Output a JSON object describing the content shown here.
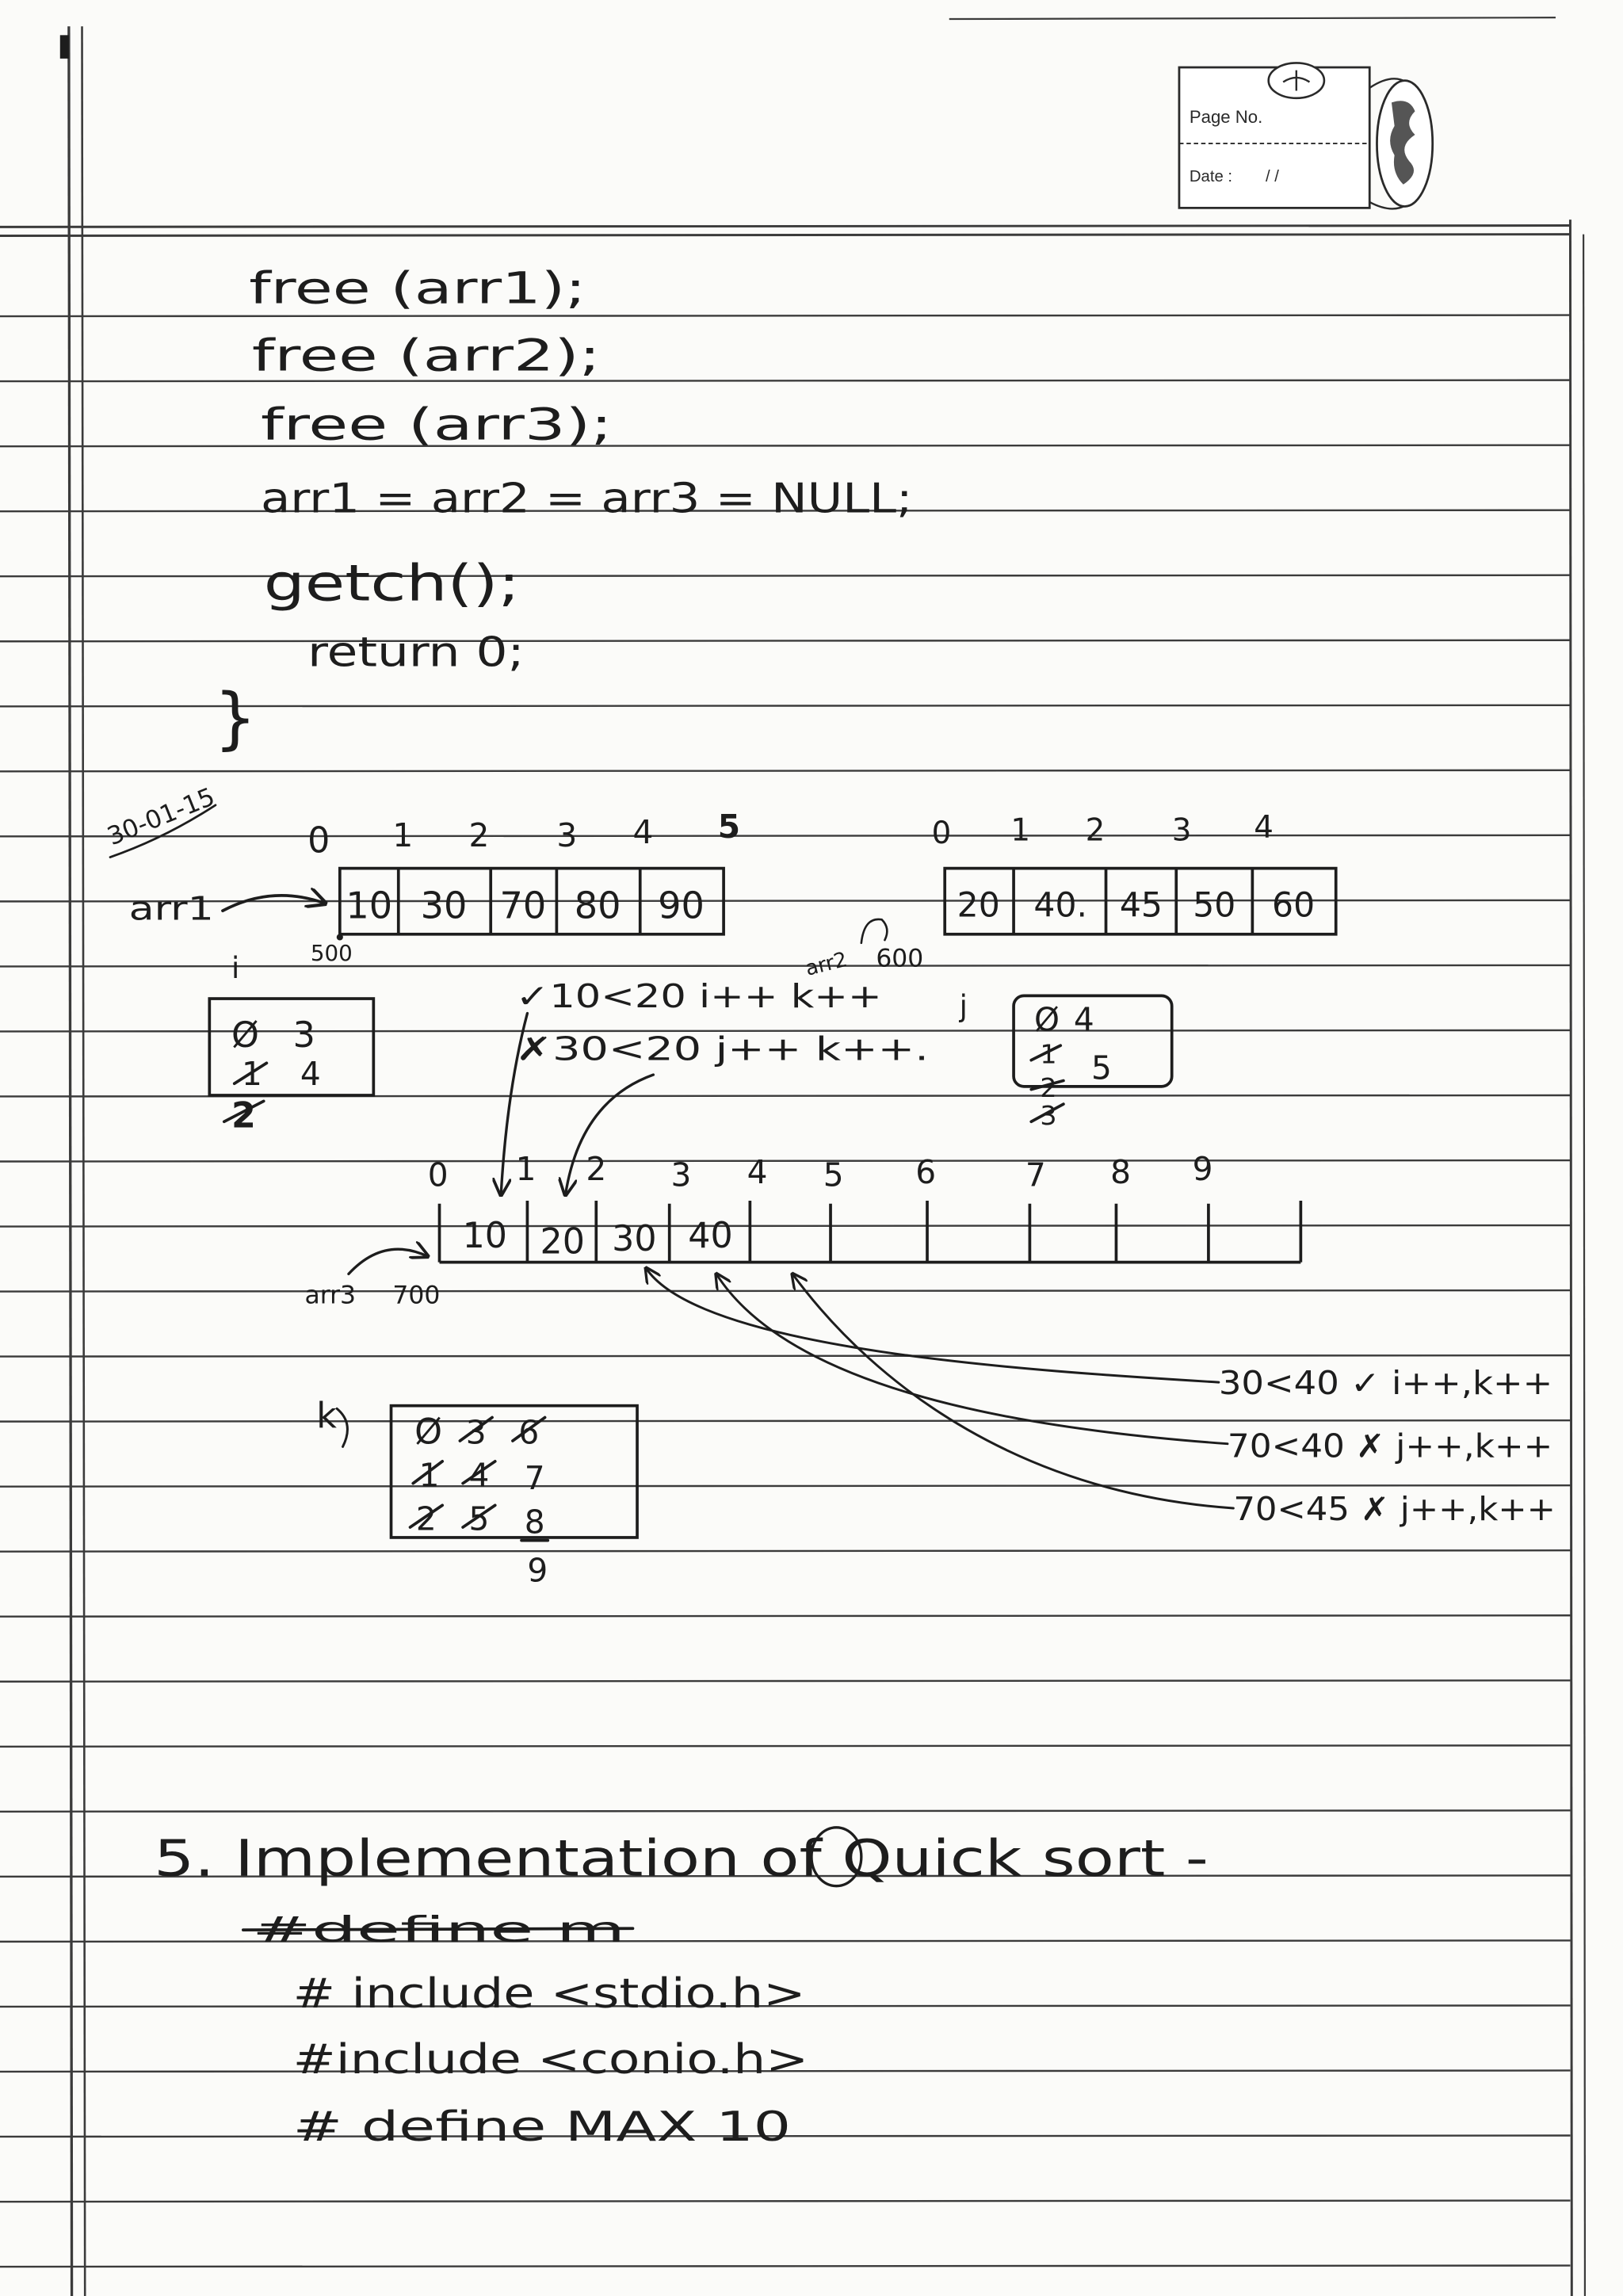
{
  "header": {
    "page_no_label": "Page No.",
    "date_label": "Date :",
    "date_value": "/   /"
  },
  "code_end": {
    "lines": [
      "free (arr1);",
      "free (arr2);",
      "free (arr3);",
      "arr1 = arr2 = arr3 = NULL;",
      "getch();",
      "return 0;"
    ],
    "closing_brace": "}"
  },
  "margin_date": "30-01-15",
  "merge_example": {
    "arr1": {
      "name": "arr1",
      "address": "500",
      "indices": [
        "0",
        "1",
        "2",
        "3",
        "4",
        "5"
      ],
      "values": [
        "10",
        "30",
        "70",
        "80",
        "90"
      ]
    },
    "arr2": {
      "name": "arr2",
      "address": "600",
      "indices": [
        "0",
        "1",
        "2",
        "3",
        "4"
      ],
      "values": [
        "20",
        "40.",
        "45",
        "50",
        "60"
      ]
    },
    "arr3": {
      "name": "arr3",
      "address": "700",
      "indices": [
        "0",
        "1",
        "2",
        "3",
        "4",
        "5",
        "6",
        "7",
        "8",
        "9"
      ],
      "values": [
        "10",
        "20",
        "30",
        "40"
      ]
    },
    "comparisons_top": [
      "✓10<20 i++ k++",
      "✗30<20 j++ k++."
    ],
    "comparisons_right": [
      "30<40 ✓ i++,k++",
      "70<40 ✗ j++,k++",
      "70<45 ✗ j++,k++"
    ],
    "counter_i": {
      "label": "i",
      "values": [
        "Ø",
        "3",
        "1",
        "4",
        "2"
      ]
    },
    "counter_j": {
      "label": "j",
      "values": [
        "Ø",
        "4",
        "1",
        "5",
        "2",
        "3"
      ]
    },
    "counter_k": {
      "label": "k",
      "values": [
        "Ø",
        "3",
        "6",
        "1",
        "4",
        "7",
        "2",
        "5",
        "8",
        "9"
      ]
    }
  },
  "next_program": {
    "title": "5. Implementation of Quick sort -",
    "struck_line": "#define m",
    "lines": [
      "# include <stdio.h>",
      "#include <conio.h>",
      "# define MAX 10"
    ]
  }
}
